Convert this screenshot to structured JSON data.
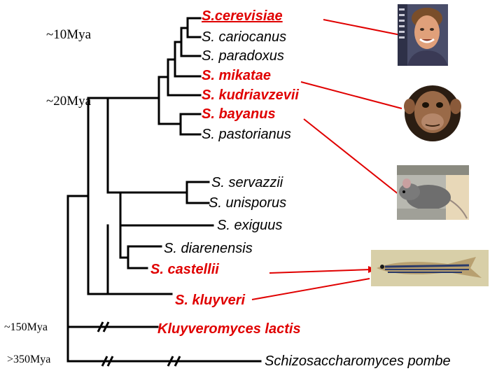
{
  "divergence_times": {
    "t10": "~10Mya",
    "t20": "~20Mya",
    "t150": "~150Mya",
    "t350": ">350Mya"
  },
  "species": {
    "cerevisiae": "S.cerevisiae",
    "cariocanus": "S. cariocanus",
    "paradoxus": "S. paradoxus",
    "mikatae": "S. mikatae",
    "kudriavzevii": "S. kudriavzevii",
    "bayanus": "S. bayanus",
    "pastorianus": "S. pastorianus",
    "servazzii": "S. servazzii",
    "unisporus": "S. unisporus",
    "exiguus": "S. exiguus",
    "diarenensis": "S. diarenensis",
    "castellii": "S. castellii",
    "kluyveri": "S. kluyveri",
    "lactis": "Kluyveromyces lactis",
    "pombe": "Schizosaccharomyces pombe"
  },
  "colors": {
    "highlight": "#e00000",
    "tree": "#000000"
  },
  "pictures": [
    "human-photo",
    "chimpanzee-photo",
    "mouse-photo",
    "zebrafish-photo"
  ]
}
